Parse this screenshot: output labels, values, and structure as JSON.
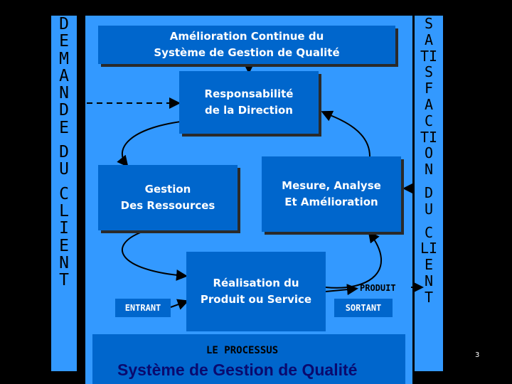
{
  "left_column": {
    "letters": [
      "D",
      "E",
      "M",
      "A",
      "N",
      "D",
      "E",
      "",
      "D",
      "U",
      "",
      "C",
      "L",
      "I",
      "E",
      "N",
      "T"
    ]
  },
  "right_column": {
    "letters": [
      "S",
      "A",
      "TI",
      "S",
      "F",
      "A",
      "C",
      "TI",
      "O",
      "N",
      "",
      "D",
      "U",
      "",
      "C",
      "LI",
      "E",
      "N",
      "T"
    ]
  },
  "boxes": {
    "amelioration": [
      "Amélioration Continue du",
      "Système de Gestion de Qualité"
    ],
    "responsabilite": [
      "Responsabilité",
      "de la Direction"
    ],
    "ressources": [
      "Gestion",
      "Des Ressources"
    ],
    "mesure": [
      "Mesure, Analyse",
      "Et Amélioration"
    ],
    "realisation": [
      "Réalisation du",
      "Produit ou Service"
    ]
  },
  "labels": {
    "entrant": "ENTRANT",
    "produit": "PRODUIT",
    "sortant": "SORTANT",
    "processus": "LE PROCESSUS",
    "title": "Système de Gestion de Qualité",
    "page_number": "3"
  },
  "colors": {
    "background": "#000000",
    "panel": "#3399ff",
    "box": "#0066cc",
    "box_text": "#ffffff",
    "title_text": "#0a0a6e"
  }
}
